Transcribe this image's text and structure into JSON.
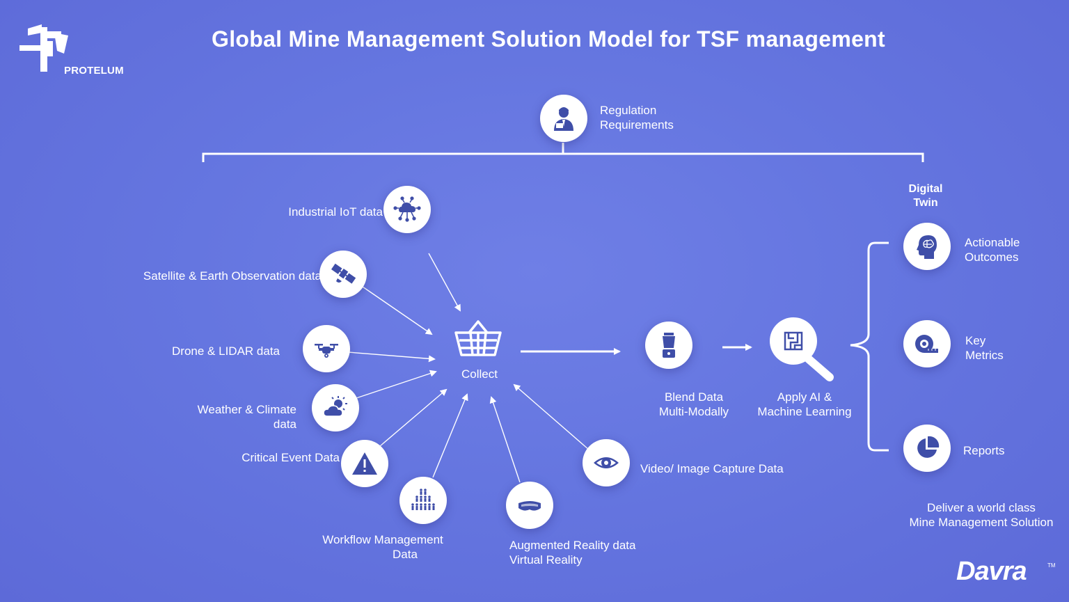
{
  "title": "Global Mine Management Solution Model for TSF management",
  "brand": {
    "logo_text": "PROTELUM",
    "partner_logo": "Davra",
    "partner_tm": "TM"
  },
  "regulation": {
    "line1": "Regulation",
    "line2": "Requirements",
    "icon": "businessman-icon"
  },
  "hub": {
    "label": "Collect",
    "icon": "basket-icon"
  },
  "sources": [
    {
      "id": "iot",
      "line1": "Industrial IoT data",
      "line2": "",
      "icon": "cloud-network-icon"
    },
    {
      "id": "satellite",
      "line1": "Satellite & Earth Observation data",
      "line2": "",
      "icon": "satellite-icon"
    },
    {
      "id": "drone",
      "line1": "Drone & LIDAR data",
      "line2": "",
      "icon": "drone-icon"
    },
    {
      "id": "weather",
      "line1": "Weather & Climate",
      "line2": "data",
      "icon": "sun-cloud-icon"
    },
    {
      "id": "critical",
      "line1": "Critical Event Data",
      "line2": "",
      "icon": "warning-icon"
    },
    {
      "id": "workflow",
      "line1": "Workflow Management",
      "line2": "Data",
      "icon": "people-group-icon"
    },
    {
      "id": "ar",
      "line1": "Augmented Reality data",
      "line2": "Virtual Reality",
      "icon": "vr-headset-icon"
    },
    {
      "id": "video",
      "line1": "Video/ Image Capture Data",
      "line2": "",
      "icon": "eye-icon"
    }
  ],
  "process": [
    {
      "id": "blend",
      "line1": "Blend Data",
      "line2": "Multi-Modally",
      "icon": "blender-icon"
    },
    {
      "id": "ai",
      "line1": "Apply AI &",
      "line2": "Machine Learning",
      "icon": "magnifier-maze-icon"
    }
  ],
  "digital_twin": {
    "header_line1": "Digital",
    "header_line2": "Twin",
    "outputs": [
      {
        "id": "actionable",
        "line1": "Actionable",
        "line2": "Outcomes",
        "icon": "brain-head-icon"
      },
      {
        "id": "metrics",
        "line1": "Key",
        "line2": "Metrics",
        "icon": "tape-measure-icon"
      },
      {
        "id": "reports",
        "line1": "Reports",
        "line2": "",
        "icon": "pie-chart-icon"
      }
    ],
    "footer_line1": "Deliver a world class",
    "footer_line2": "Mine Management Solution"
  },
  "colors": {
    "background": "#6576e0",
    "icon": "#3f4ea8",
    "line": "#ffffff"
  }
}
